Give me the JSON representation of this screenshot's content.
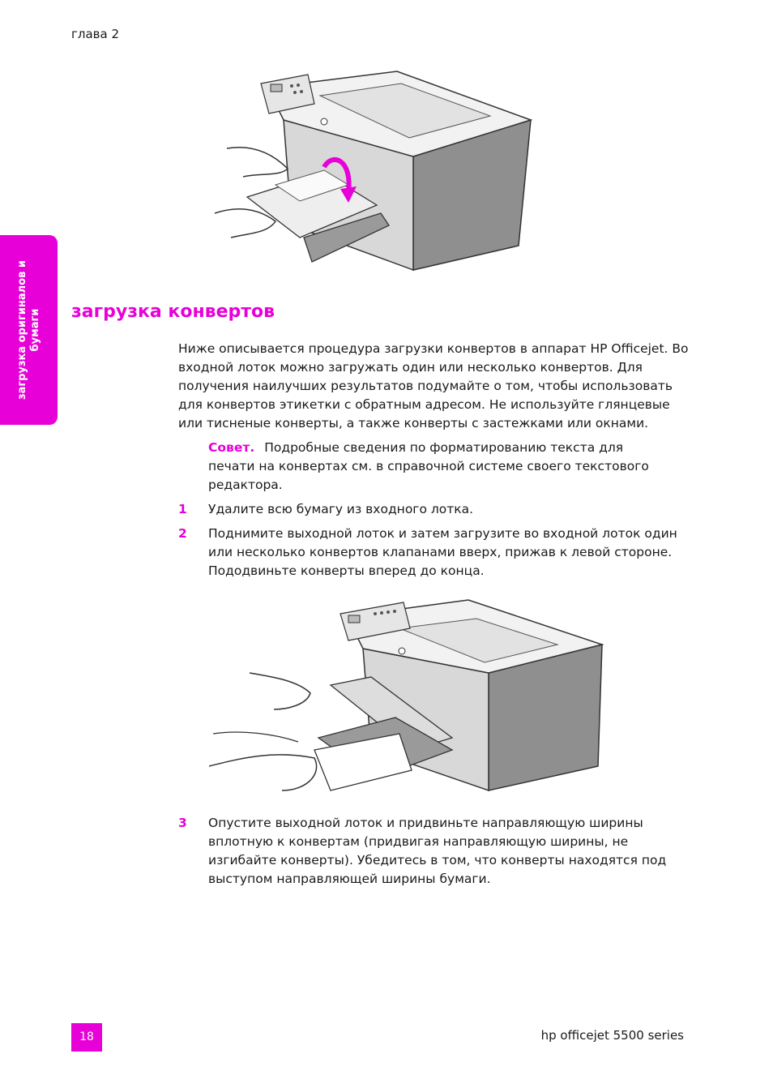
{
  "header": {
    "chapter": "глава 2"
  },
  "side_tab": {
    "label": "загрузка оригиналов и бумаги"
  },
  "section": {
    "title": "загрузка конвертов",
    "intro": "Ниже описывается процедура загрузки конвертов в аппарат HP Officejet. Во входной лоток можно загружать один или несколько конвертов. Для получения наилучших результатов подумайте о том, чтобы использовать для конвертов этикетки с обратным адресом. Не используйте глянцевые или тисненые конверты, а также конверты с застежками или окнами."
  },
  "tip": {
    "label": "Совет.",
    "text": "Подробные сведения по форматированию текста для печати на конвертах см. в справочной системе своего текстового редактора."
  },
  "steps": [
    {
      "num": "1",
      "text": "Удалите всю бумагу из входного лотка."
    },
    {
      "num": "2",
      "text": "Поднимите выходной лоток и затем загрузите во входной лоток один или несколько конвертов клапанами вверх, прижав к левой стороне. Пододвиньте конверты вперед до конца."
    },
    {
      "num": "3",
      "text": "Опустите выходной лоток и придвиньте направляющую ширины вплотную к конвертам (придвигая направляющую ширины, не изгибайте конверты). Убедитесь в том, что конверты находятся под выступом направляющей ширины бумаги."
    }
  ],
  "footer": {
    "page_number": "18",
    "product": "hp officejet 5500 series"
  },
  "colors": {
    "accent": "#e800d8",
    "text": "#1a1a1a",
    "illustration_gray": "#8a8a8a"
  }
}
